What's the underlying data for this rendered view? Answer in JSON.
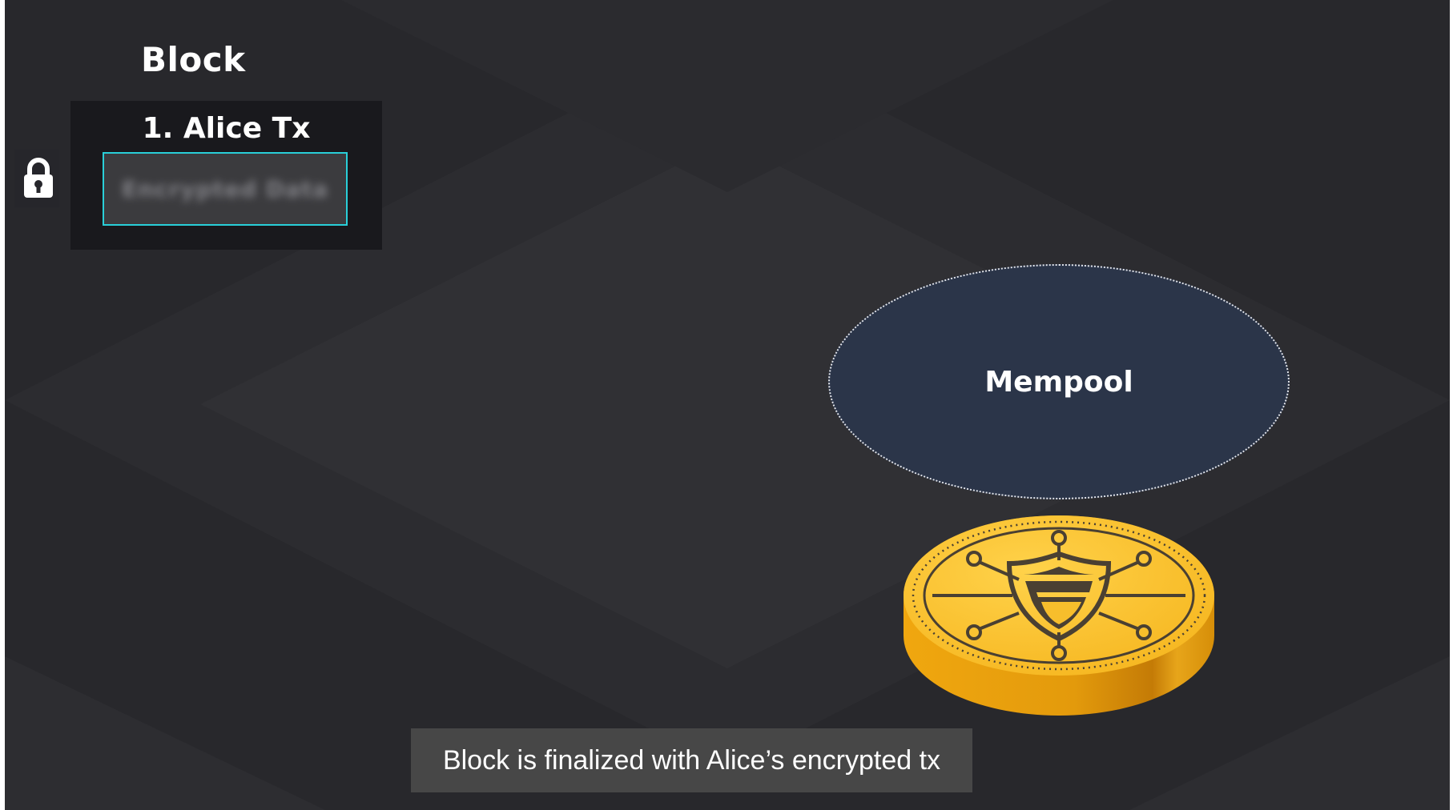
{
  "block": {
    "title": "Block",
    "tx_title": "1. Alice Tx",
    "encrypted_label": "Encrypted Data"
  },
  "mempool": {
    "label": "Mempool"
  },
  "caption": {
    "text": "Block is finalized with Alice’s encrypted tx"
  },
  "icons": {
    "lock": "lock-icon",
    "coin": "shield-network-coin-icon"
  },
  "colors": {
    "background": "#2a2a2e",
    "card": "#19191d",
    "accent_border": "#29cfd8",
    "mempool_fill": "#2b3549",
    "coin_gold": "#f4b31a",
    "caption_bg": "#474747"
  }
}
